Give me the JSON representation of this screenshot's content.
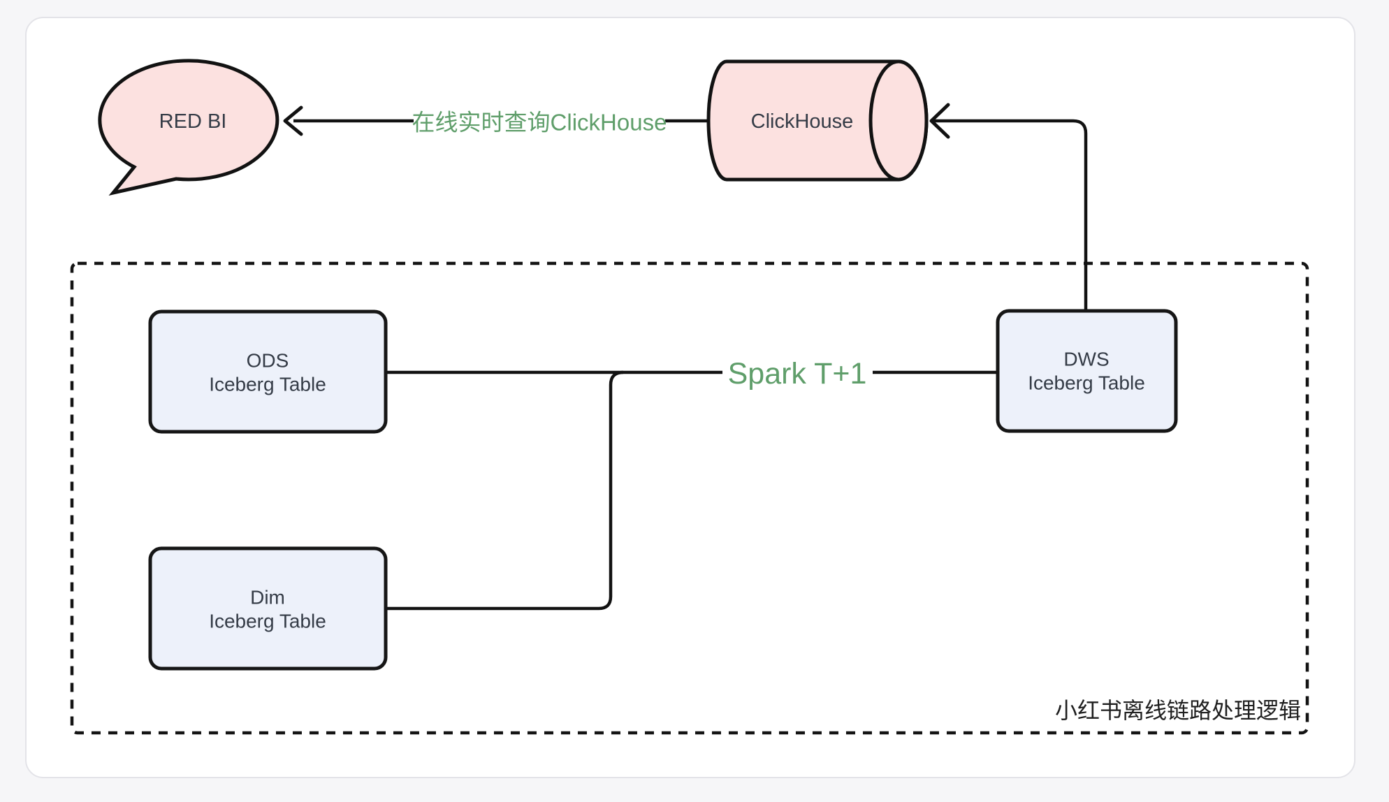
{
  "colors": {
    "node_pink_fill": "#fce1e0",
    "node_blue_fill": "#edf1fa",
    "stroke_black": "#121212",
    "green_label": "#5f9e6a",
    "node_text": "#343b46",
    "group_label_text": "#1f1f1f",
    "card_border": "#e3e3e8",
    "page_background": "#f6f6f8"
  },
  "nodes": {
    "red_bi": {
      "label": "RED BI"
    },
    "clickhouse": {
      "label": "ClickHouse"
    },
    "ods": {
      "line1": "ODS",
      "line2": "Iceberg Table"
    },
    "dim": {
      "line1": "Dim",
      "line2": "Iceberg Table"
    },
    "dws": {
      "line1": "DWS",
      "line2": "Iceberg Table"
    }
  },
  "edges": {
    "online_query_label": "在线实时查询ClickHouse",
    "spark_label": "Spark T+1"
  },
  "group": {
    "label": "小红书离线链路处理逻辑"
  }
}
